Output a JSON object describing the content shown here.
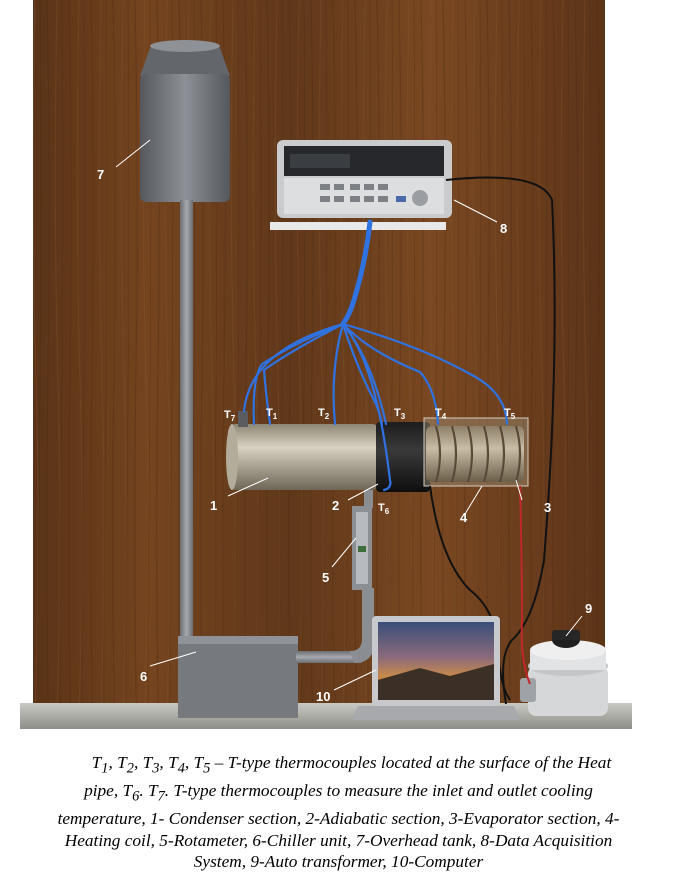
{
  "thermocouples": [
    {
      "id": "t1",
      "base": "T",
      "sub": "1"
    },
    {
      "id": "t2",
      "base": "T",
      "sub": "2"
    },
    {
      "id": "t3",
      "base": "T",
      "sub": "3"
    },
    {
      "id": "t4",
      "base": "T",
      "sub": "4"
    },
    {
      "id": "t5",
      "base": "T",
      "sub": "5"
    },
    {
      "id": "t6",
      "base": "T",
      "sub": "6"
    },
    {
      "id": "t7",
      "base": "T",
      "sub": "7"
    }
  ],
  "component_numbers": {
    "condenser": "1",
    "adiabatic": "2",
    "evaporator": "3",
    "heating_coil": "4",
    "rotameter": "5",
    "chiller": "6",
    "overhead_tank": "7",
    "daq": "8",
    "auto_transformer": "9",
    "computer": "10"
  },
  "caption": {
    "line1_tail": " – T-type thermocouples located at the surface of the Heat",
    "line2_head": "pipe, ",
    "line2_tail": " T-type thermocouples to measure the inlet and outlet cooling",
    "line3": "temperature, 1- Condenser section, 2-Adiabatic section, 3-Evaporator section, 4-",
    "line4": "Heating coil, 5-Rotameter, 6-Chiller unit, 7-Overhead tank, 8-Data Acquisition",
    "line5": "System, 9-Auto transformer, 10-Computer"
  },
  "colors": {
    "wood": "#6b3f1d",
    "cable": "#2a6fd6",
    "pipe": "#7f8288"
  }
}
